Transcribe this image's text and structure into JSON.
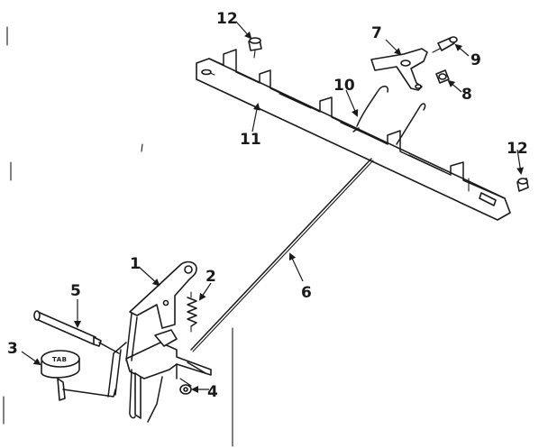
{
  "callouts": [
    {
      "id": "1",
      "text": "1"
    },
    {
      "id": "2",
      "text": "2"
    },
    {
      "id": "3",
      "text": "3"
    },
    {
      "id": "4",
      "text": "4"
    },
    {
      "id": "5",
      "text": "5"
    },
    {
      "id": "6",
      "text": "6"
    },
    {
      "id": "7",
      "text": "7"
    },
    {
      "id": "8",
      "text": "8"
    },
    {
      "id": "9",
      "text": "9"
    },
    {
      "id": "10",
      "text": "10"
    },
    {
      "id": "11",
      "text": "11"
    },
    {
      "id": "12a",
      "text": "12"
    },
    {
      "id": "12b",
      "text": "12"
    }
  ],
  "knob_label": "TAB"
}
